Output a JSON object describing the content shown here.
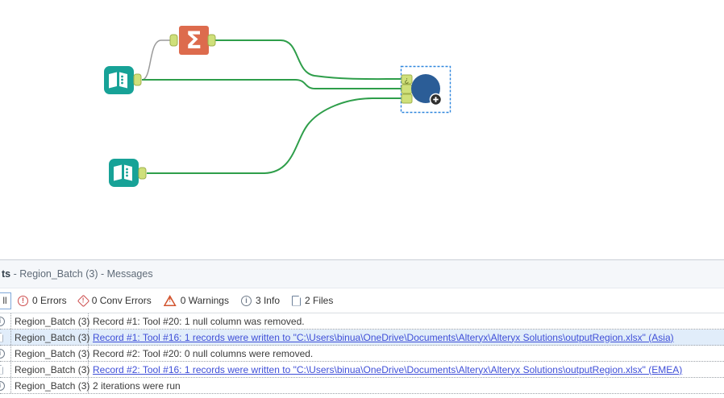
{
  "colors": {
    "wire_green": "#2e9e4a",
    "wire_gray": "#9a9a9a",
    "anchor_fill": "#cfe07a",
    "anchor_border": "#9fb04c",
    "input_tool": "#17a297",
    "summarize_tool": "#dd6b4d",
    "macro_circle": "#2b5d97",
    "selection": "#2e86de",
    "link": "#3f4fd8",
    "selected_row_bg": "#e1edfa",
    "error": "#cc4b4b",
    "warning": "#d2552f",
    "info": "#6f7b8a",
    "file": "#6b7f99"
  },
  "canvas": {
    "tools": [
      {
        "id": "input-data-1",
        "type": "input-data"
      },
      {
        "id": "summarize",
        "type": "summarize"
      },
      {
        "id": "input-data-2",
        "type": "input-data"
      },
      {
        "id": "batch-macro",
        "type": "macro",
        "selected": true
      }
    ],
    "summarize_glyph": "Σ",
    "control_input_glyph": "¿"
  },
  "results_panel": {
    "header": {
      "title_tail": "ts",
      "subtitle": " - Region_Batch (3) - Messages"
    },
    "toolbar": {
      "all_button_partial": "ll",
      "items": [
        {
          "icon": "error",
          "mark": "!",
          "label": "0 Errors"
        },
        {
          "icon": "conv-error",
          "mark": "!",
          "label": "0 Conv Errors"
        },
        {
          "icon": "warning",
          "mark": "!",
          "label": "0 Warnings"
        },
        {
          "icon": "info",
          "mark": "i",
          "label": "3 Info"
        },
        {
          "icon": "file",
          "mark": "",
          "label": "2 Files"
        }
      ]
    },
    "messages": [
      {
        "icon": "info",
        "tool": "Region_Batch (3)",
        "text": "Record #1: Tool #20: 1 null column was removed.",
        "link": false,
        "selected": false
      },
      {
        "icon": "file",
        "tool": "Region_Batch (3)",
        "text": "Record #1: Tool #16: 1 records were written to \"C:\\Users\\binua\\OneDrive\\Documents\\Alteryx\\Alteryx Solutions\\outputRegion.xlsx\" (Asia)",
        "link": true,
        "selected": true
      },
      {
        "icon": "info",
        "tool": "Region_Batch (3)",
        "text": "Record #2: Tool #20: 0 null columns were removed.",
        "link": false,
        "selected": false
      },
      {
        "icon": "file",
        "tool": "Region_Batch (3)",
        "text": "Record #2: Tool #16: 1 records were written to \"C:\\Users\\binua\\OneDrive\\Documents\\Alteryx\\Alteryx Solutions\\outputRegion.xlsx\" (EMEA)",
        "link": true,
        "selected": false
      },
      {
        "icon": "info",
        "tool": "Region_Batch (3)",
        "text": "2 iterations were run",
        "link": false,
        "selected": false
      }
    ]
  }
}
